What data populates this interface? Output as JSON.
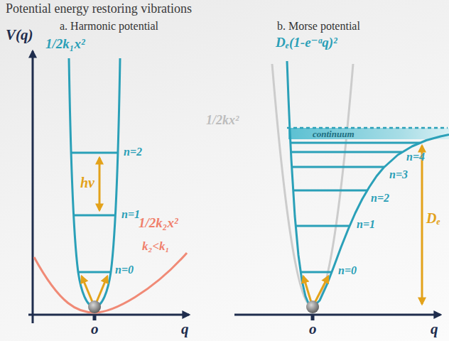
{
  "diagram": {
    "title": "Potential energy restoring vibrations",
    "labels": [
      "a. Harmonic potential",
      "b. Morse potential",
      "V(q)",
      "1/2k₁x²",
      "n=2",
      "hν",
      "n=1",
      "n=0",
      "1/2k₂x²",
      "k₂<k₁",
      "o",
      "q",
      "Dₑ(1-e⁻ᵃq)²",
      "1/2kx²",
      "continuum",
      "n=4",
      "n=3",
      "n=2",
      "n=1",
      "n=0",
      "Dₑ",
      "o",
      "q"
    ]
  }
}
